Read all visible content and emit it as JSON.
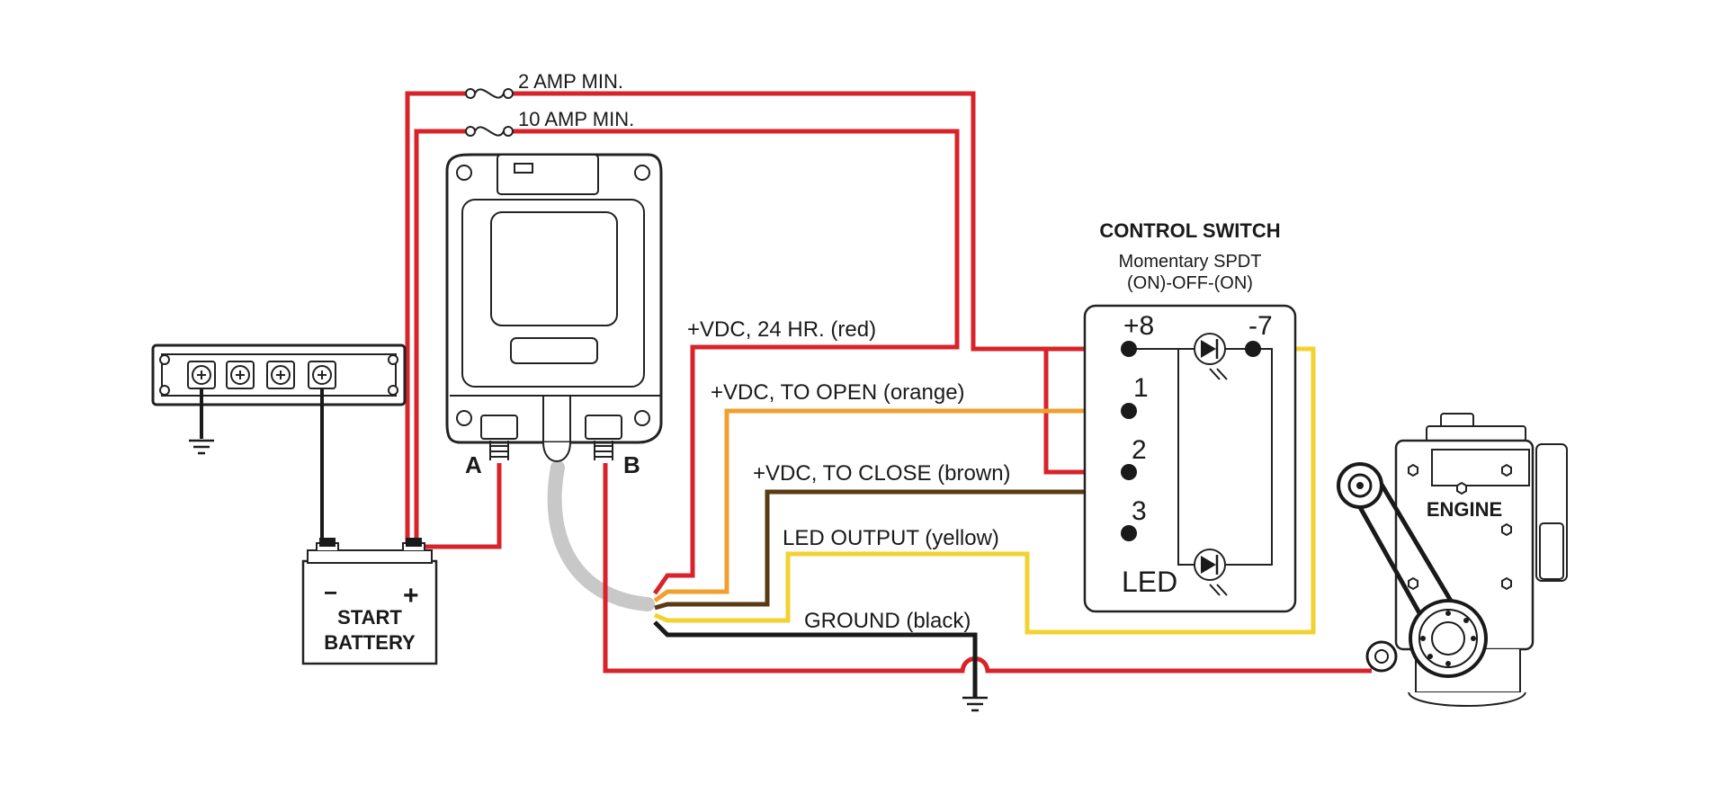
{
  "fuse_labels": {
    "fuse_2a": "2 AMP MIN.",
    "fuse_10a": "10 AMP MIN."
  },
  "relay": {
    "terminal_a": "A",
    "terminal_b": "B"
  },
  "battery": {
    "line1": "START",
    "line2": "BATTERY",
    "minus": "−",
    "plus": "+"
  },
  "wires": {
    "red_24hr": "+VDC, 24 HR. (red)",
    "orange_open": "+VDC, TO OPEN (orange)",
    "brown_close": "+VDC, TO CLOSE (brown)",
    "yellow_led": "LED OUTPUT (yellow)",
    "black_ground": "GROUND (black)"
  },
  "control_switch": {
    "title": "CONTROL SWITCH",
    "subtitle": "Momentary SPDT",
    "mode": "(ON)-OFF-(ON)",
    "pin_plus8": "+8",
    "pin_minus7": "-7",
    "pin_1": "1",
    "pin_2": "2",
    "pin_3": "3",
    "led": "LED"
  },
  "engine": {
    "label": "ENGINE"
  },
  "colors": {
    "red": "#d8232a",
    "orange": "#f0a030",
    "brown": "#5a3a12",
    "yellow": "#f2d230",
    "black": "#1a1a1a",
    "gray": "#c8c8c8"
  }
}
